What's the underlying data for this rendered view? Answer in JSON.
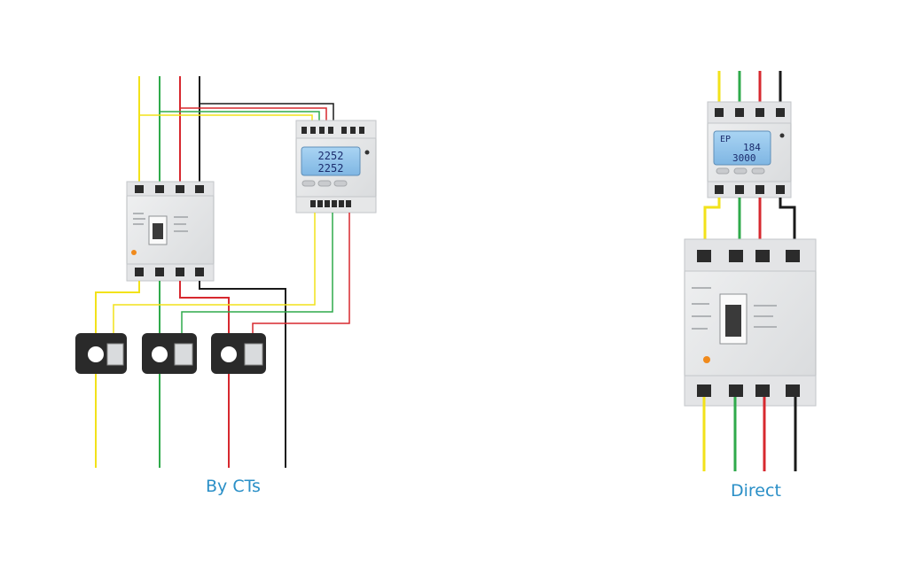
{
  "colors": {
    "l1": "#f2e21a",
    "l2": "#2faa4b",
    "l3": "#d7282f",
    "n": "#1a1a1a",
    "caption": "#2a8fc7",
    "lcd": "#8fc3ea"
  },
  "ct_diagram": {
    "caption": "By CTs",
    "meter_display": {
      "line1": "2252",
      "line2": "2252"
    }
  },
  "direct_diagram": {
    "caption": "Direct",
    "meter_display": {
      "line1": "EP",
      "line2": "184",
      "line3": "3000"
    }
  }
}
